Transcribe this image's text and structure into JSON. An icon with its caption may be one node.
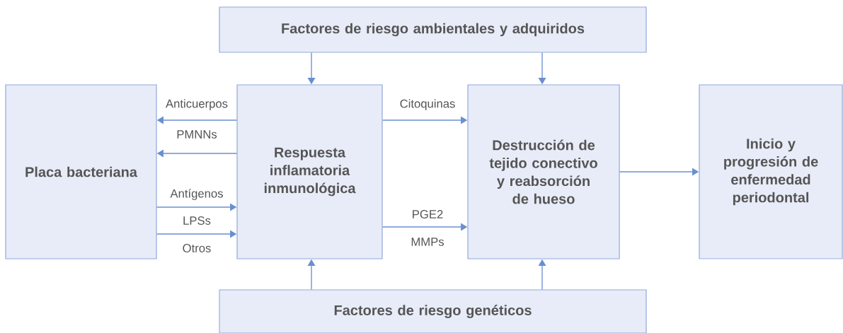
{
  "diagram": {
    "nodes": [
      {
        "text": [
          "Factores de riesgo ambientales y adquiridos"
        ]
      },
      {
        "text": [
          "Placa bacteriana"
        ]
      },
      {
        "text": [
          "Respuesta inflamatoria inmunológica"
        ]
      },
      {
        "text": [
          "Destrucción de tejido conectivo y reabsorción de hueso"
        ]
      },
      {
        "text": [
          "Inicio y progresión de enfermedad periodontal"
        ]
      },
      {
        "text": [
          "Factores de riesgo genéticos"
        ]
      }
    ],
    "edges": [
      {
        "from": 0,
        "to": 2,
        "arrow": "to"
      },
      {
        "from": 0,
        "to": 3,
        "arrow": "to"
      },
      {
        "from": 2,
        "to": 1,
        "arrow": "to",
        "label": "Anticuerpos"
      },
      {
        "from": 2,
        "to": 1,
        "arrow": "to",
        "label": "PMNNs"
      },
      {
        "from": 1,
        "to": 2,
        "arrow": "to",
        "label": "Antígenos"
      },
      {
        "from": 1,
        "to": 2,
        "arrow": "to",
        "label": "LPSs"
      },
      {
        "from": 2,
        "to": 3,
        "arrow": "to",
        "label": "Citoquinas"
      },
      {
        "from": 2,
        "to": 3,
        "arrow": "to",
        "label": "PGE2"
      },
      {
        "from": 3,
        "to": 4,
        "arrow": "to"
      },
      {
        "from": 5,
        "to": 2,
        "arrow": "to"
      },
      {
        "from": 5,
        "to": 3,
        "arrow": "to"
      }
    ],
    "labels": [
      "Otros",
      "MMPs"
    ]
  }
}
